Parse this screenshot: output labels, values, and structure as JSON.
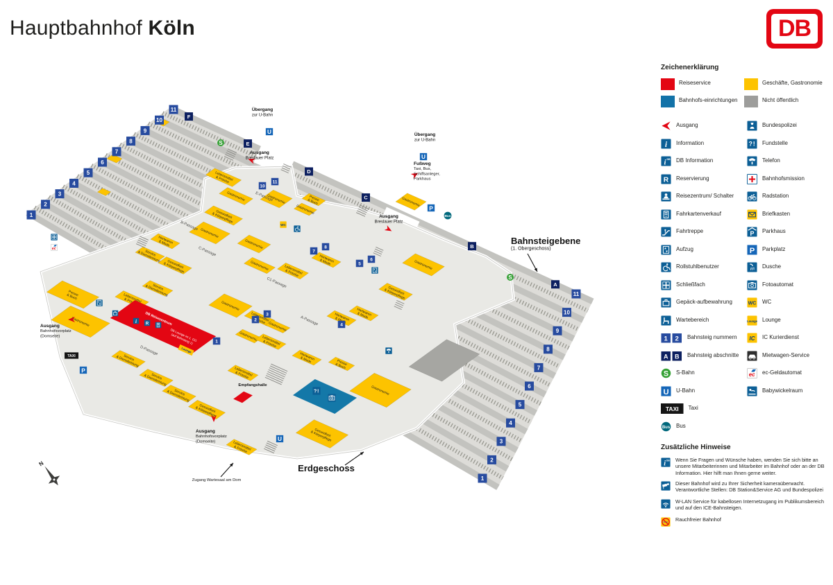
{
  "header": {
    "title_regular": "Hauptbahnhof",
    "title_bold": "Köln",
    "logo": "DB"
  },
  "colors": {
    "db_red": "#e30613",
    "facility_blue": "#1272a8",
    "icon_blue": "#0c5f96",
    "yellow": "#fdc300",
    "gray": "#9d9d9b",
    "navy": "#274b9f",
    "dark_navy": "#0d2060",
    "green": "#35a135",
    "ubahn_blue": "#1566b8",
    "bus_teal": "#00687c"
  },
  "legend": {
    "title": "Zeichenerklärung",
    "color_items": [
      {
        "icon": "reiseservice-swatch",
        "color": "db_red",
        "label": "Reiseservice"
      },
      {
        "icon": "bahnhofseinrichtungen-swatch",
        "color": "facility_blue",
        "label": "Bahnhofs-einrichtungen"
      },
      {
        "icon": "geschaefte-gastronomie-swatch",
        "color": "yellow",
        "label": "Geschäfte, Gastronomie"
      },
      {
        "icon": "nicht-oeffentlich-swatch",
        "color": "gray",
        "label": "Nicht öffentlich"
      }
    ],
    "items_left": [
      {
        "icon": "ausgang-icon",
        "label": "Ausgang"
      },
      {
        "icon": "information-icon",
        "label": "Information"
      },
      {
        "icon": "db-information-icon",
        "label": "DB Information"
      },
      {
        "icon": "reservierung-icon",
        "label": "Reservierung"
      },
      {
        "icon": "reisezentrum-icon",
        "label": "Reisezentrum/ Schalter"
      },
      {
        "icon": "fahrkartenverkauf-icon",
        "label": "Fahrkartenverkauf"
      },
      {
        "icon": "fahrtreppe-icon",
        "label": "Fahrtreppe"
      },
      {
        "icon": "aufzug-icon",
        "label": "Aufzug"
      },
      {
        "icon": "rollstuhlbenutzer-icon",
        "label": "Rollstuhlbenutzer"
      },
      {
        "icon": "schliessfach-icon",
        "label": "Schließfach"
      },
      {
        "icon": "gepaeckaufbewahrung-icon",
        "label": "Gepäck-aufbewahrung"
      },
      {
        "icon": "wartebereich-icon",
        "label": "Wartebereich"
      },
      {
        "icon": "bahnsteig-nummern-icon",
        "label": "Bahnsteig nummern"
      },
      {
        "icon": "bahnsteig-abschnitte-icon",
        "label": "Bahnsteig abschnitte"
      },
      {
        "icon": "s-bahn-icon",
        "label": "S-Bahn"
      },
      {
        "icon": "u-bahn-icon",
        "label": "U-Bahn"
      },
      {
        "icon": "taxi-icon",
        "label": "Taxi"
      },
      {
        "icon": "bus-icon",
        "label": "Bus"
      }
    ],
    "items_right": [
      {
        "icon": "bundespolizei-icon",
        "label": "Bundespolizei"
      },
      {
        "icon": "fundstelle-icon",
        "label": "Fundstelle"
      },
      {
        "icon": "telefon-icon",
        "label": "Telefon"
      },
      {
        "icon": "bahnhofsmission-icon",
        "label": "Bahnhofsmission"
      },
      {
        "icon": "radstation-icon",
        "label": "Radstation"
      },
      {
        "icon": "briefkasten-icon",
        "label": "Briefkasten"
      },
      {
        "icon": "parkhaus-icon",
        "label": "Parkhaus"
      },
      {
        "icon": "parkplatz-icon",
        "label": "Parkplatz"
      },
      {
        "icon": "dusche-icon",
        "label": "Dusche"
      },
      {
        "icon": "fotoautomat-icon",
        "label": "Fotoautomat"
      },
      {
        "icon": "wc-icon",
        "label": "WC"
      },
      {
        "icon": "lounge-icon",
        "label": "Lounge"
      },
      {
        "icon": "ic-kurierdienst-icon",
        "label": "IC Kurierdienst"
      },
      {
        "icon": "mietwagen-icon",
        "label": "Mietwagen-Service"
      },
      {
        "icon": "ec-geldautomat-icon",
        "label": "ec-Geldautomat"
      },
      {
        "icon": "babywickelraum-icon",
        "label": "Babywickelraum"
      }
    ]
  },
  "notes": {
    "title": "Zusätzliche Hinweise",
    "items": [
      {
        "icon": "db-information-icon",
        "text": "Wenn Sie Fragen und Wünsche haben, wenden Sie sich bitte an unsere Mitarbeiterinnen und Mitarbeiter im Bahnhof oder an der DB Information. Hier hilft man Ihnen gerne weiter."
      },
      {
        "icon": "kamera-icon",
        "text": "Dieser Bahnhof wird zu Ihrer Sicherheit kameraüberwacht. Verantwortliche Stellen: DB Station&Service AG und Bundespolizei"
      },
      {
        "icon": "wlan-icon",
        "text": "W-LAN Service für kabellosen Internetzugang im Publikumsbereich und auf den ICE-Bahnsteigen."
      },
      {
        "icon": "rauchfrei-icon",
        "text": "Rauchfreier Bahnhof"
      }
    ]
  },
  "map": {
    "level_upper": "Bahnsteigebene",
    "level_upper_sub": "(1. Obergeschoss)",
    "level_ground": "Erdgeschoss",
    "empfangshalle": "Empfangshalle",
    "zugang_wartesaal": "Zugang Wartesaal am Dom",
    "uebergang_ubahn": [
      "Übergang",
      "zur U-Bahn"
    ],
    "ausgang_breslauer": [
      "Ausgang",
      "Breslauer Platz"
    ],
    "fussweg": [
      "Fußweg",
      "Taxi, Bus,",
      "Schiffsanleger,",
      "Parkhaus"
    ],
    "ausgang_dom": [
      "Ausgang",
      "Bahnhofsvorplatz",
      "(Domseite)"
    ],
    "db_reisezentrum": "DB Reisezentrum",
    "db_lounge": [
      "DB Lounge im 1. OG",
      "(auf Bahnsteig 1)"
    ],
    "lounge_tag": "Lounge",
    "passages": [
      "A-Passage",
      "B-Passage",
      "C-Passage",
      "C1-Passage",
      "D-Passage",
      "E-Passage"
    ],
    "platform_numbers": [
      "1",
      "2",
      "3",
      "4",
      "5",
      "6",
      "7",
      "8",
      "9",
      "10",
      "11"
    ],
    "section_letters": [
      "A",
      "B",
      "C",
      "D",
      "E",
      "F"
    ],
    "block_types": [
      "Gastronomie",
      "Lebensmittel & Frische",
      "Service & Dienstleistung",
      "Hartwaren & Mode",
      "Gesundheit & Körperpflege",
      "Presse & Buch"
    ],
    "compass_n": "N"
  }
}
